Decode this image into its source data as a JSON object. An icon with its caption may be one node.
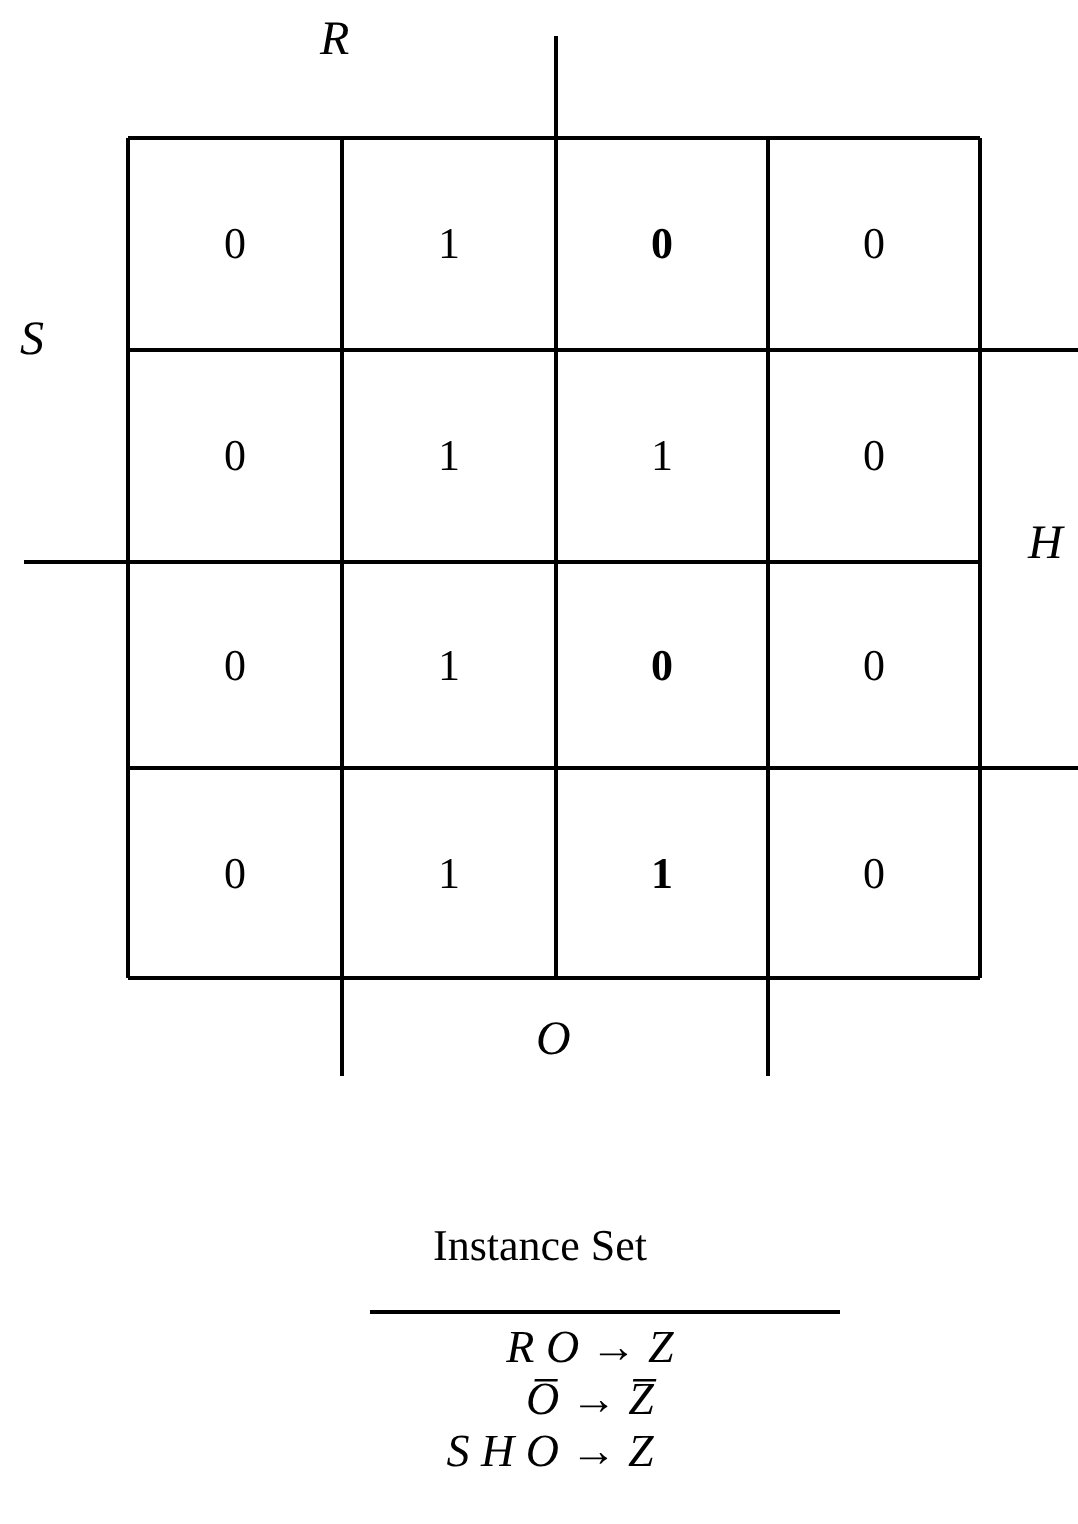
{
  "diagram": {
    "caption": "Instance Set",
    "labels": [
      "R",
      "S",
      "H",
      "0",
      "1",
      "0",
      "0",
      "0",
      "1",
      "1",
      "0",
      "0",
      "1",
      "0",
      "0",
      "0",
      "1",
      "1",
      "0",
      "O",
      "R O → Z",
      "O̅ → Z̅",
      "S H O → Z"
    ]
  }
}
